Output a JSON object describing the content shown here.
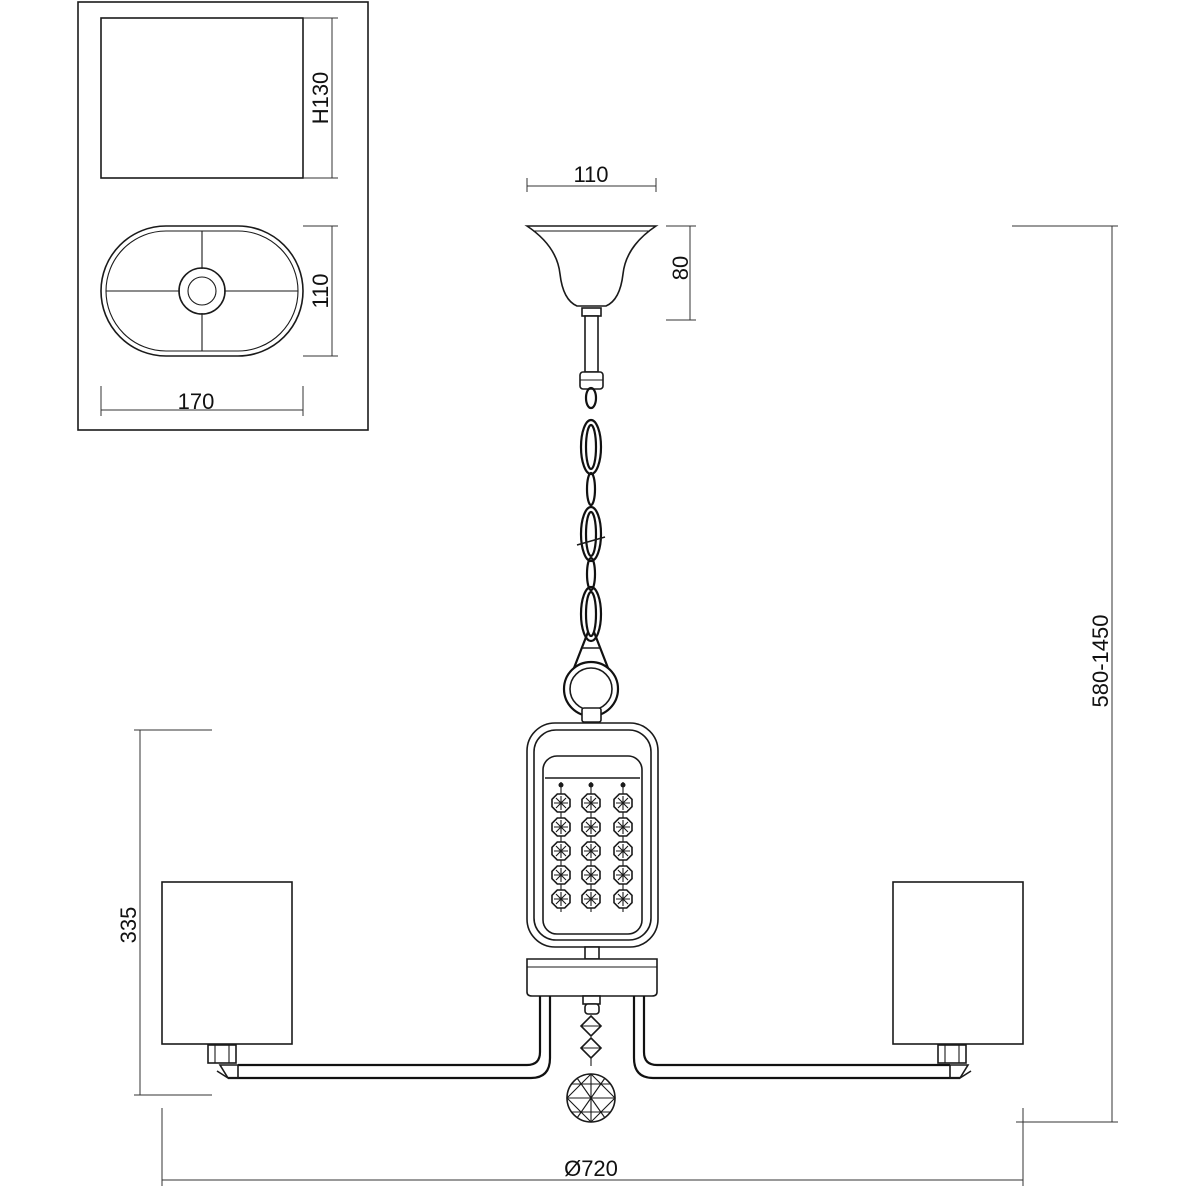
{
  "dimensions": {
    "shade_height": "H130",
    "shade_depth": "110",
    "shade_width": "170",
    "canopy_width": "110",
    "canopy_height": "80",
    "total_height": "580-1450",
    "arm_height": "335",
    "diameter": "Ø720"
  }
}
